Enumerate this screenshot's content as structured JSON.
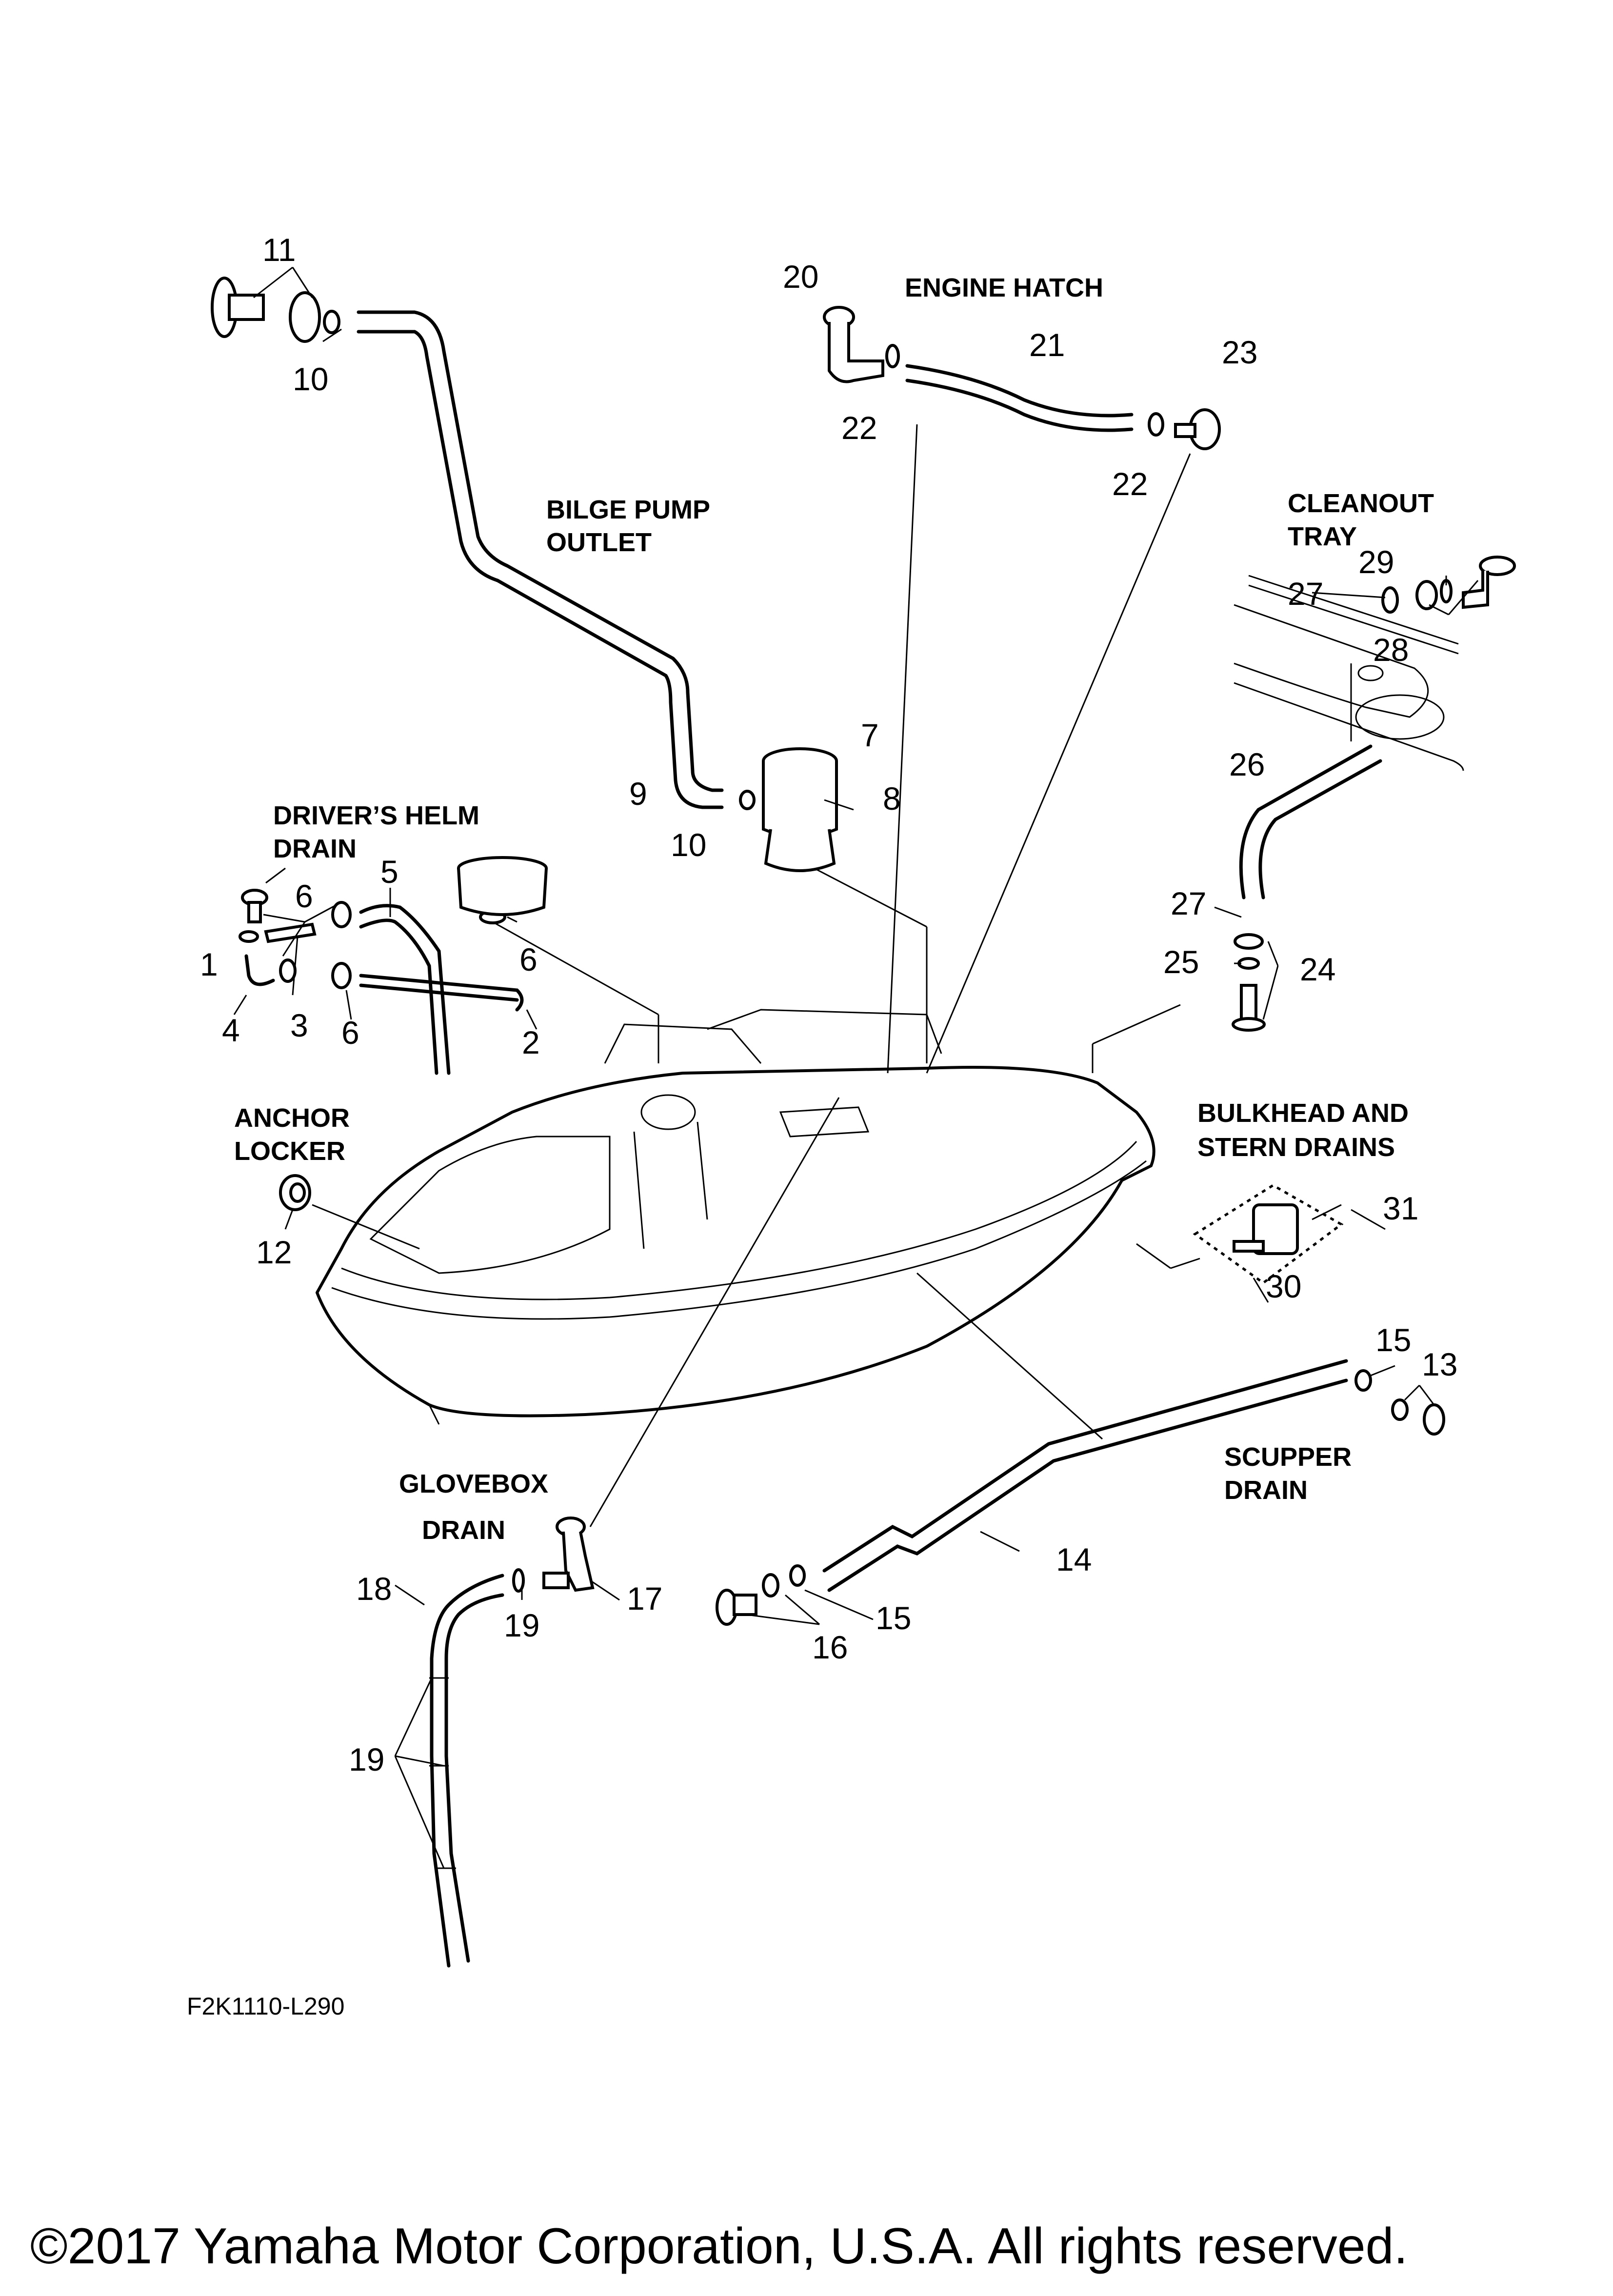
{
  "diagram_code": "F2K1110-L290",
  "copyright": "©2017 Yamaha Motor Corporation, U.S.A. All rights reserved.",
  "sections": {
    "engine_hatch": "ENGINE HATCH",
    "bilge_pump_outlet_1": "BILGE PUMP",
    "bilge_pump_outlet_2": "OUTLET",
    "cleanout_tray_1": "CLEANOUT",
    "cleanout_tray_2": "TRAY",
    "drivers_helm_drain_1": "DRIVER’S HELM",
    "drivers_helm_drain_2": "DRAIN",
    "anchor_locker_1": "ANCHOR",
    "anchor_locker_2": "LOCKER",
    "bulkhead_stern_1": "BULKHEAD AND",
    "bulkhead_stern_2": "STERN DRAINS",
    "scupper_drain_1": "SCUPPER",
    "scupper_drain_2": "DRAIN",
    "glovebox_drain_1": "GLOVEBOX",
    "glovebox_drain_2": "DRAIN"
  },
  "callouts": {
    "c1": "1",
    "c2": "2",
    "c3": "3",
    "c4": "4",
    "c5": "5",
    "c6a": "6",
    "c6b": "6",
    "c6c": "6",
    "c7": "7",
    "c8": "8",
    "c9": "9",
    "c10a": "10",
    "c10b": "10",
    "c11": "11",
    "c12": "12",
    "c13": "13",
    "c14": "14",
    "c15a": "15",
    "c15b": "15",
    "c16": "16",
    "c17": "17",
    "c18": "18",
    "c19a": "19",
    "c19b": "19",
    "c20": "20",
    "c21": "21",
    "c22a": "22",
    "c22b": "22",
    "c23": "23",
    "c24": "24",
    "c25": "25",
    "c26": "26",
    "c27a": "27",
    "c27b": "27",
    "c28": "28",
    "c29": "29",
    "c30": "30",
    "c31": "31"
  }
}
